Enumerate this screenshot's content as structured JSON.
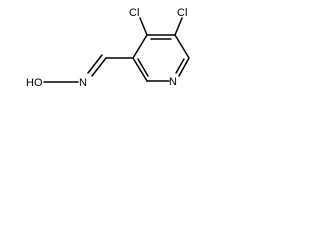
{
  "molecule": {
    "atoms": {
      "cl_left": "Cl",
      "cl_right": "Cl",
      "ring_nitrogen": "N",
      "oxime_nitrogen": "N",
      "hydroxyl": "HO"
    }
  }
}
